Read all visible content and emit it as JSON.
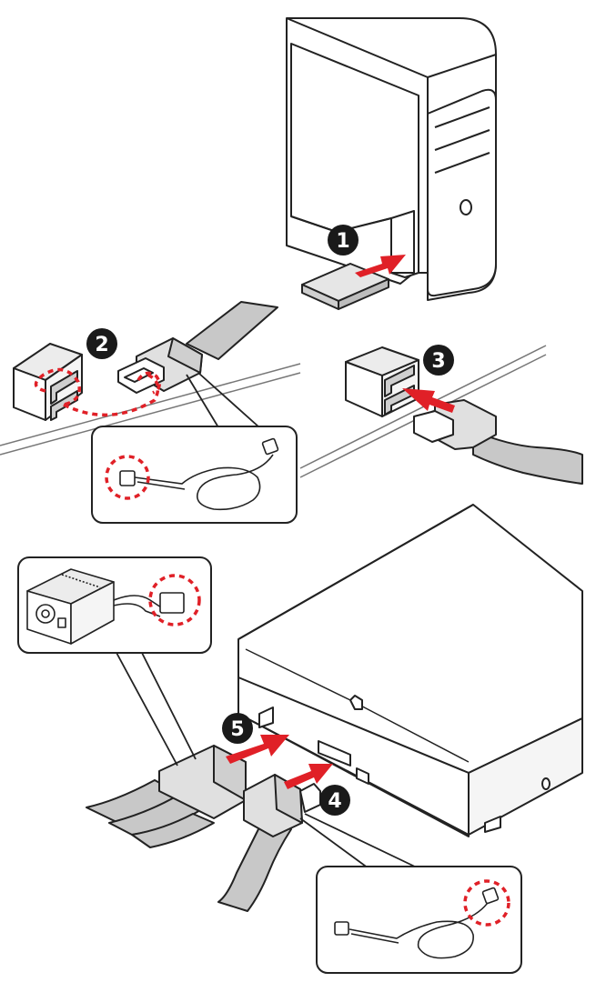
{
  "steps": [
    {
      "number": "1"
    },
    {
      "number": "2"
    },
    {
      "number": "3"
    },
    {
      "number": "4"
    },
    {
      "number": "5"
    }
  ],
  "colors": {
    "arrow": "#e02027",
    "highlight": "#e02027",
    "badge": "#1a1a1a",
    "cable": "#c8c8c8",
    "outline": "#222222",
    "panel_gray": "#d9d9d9"
  },
  "icons": {
    "step_badge": "circle-number-icon",
    "insert_arrow": "arrow-right-icon",
    "focus_marker": "dashed-circle-icon"
  }
}
